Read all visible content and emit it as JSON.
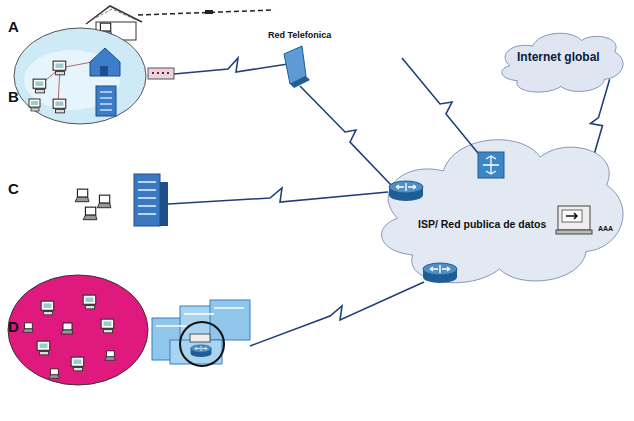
{
  "diagram": {
    "nodes": [
      {
        "text": [
          "Internet global"
        ]
      },
      {
        "text": [
          "ISP/ Red publica de datos"
        ]
      }
    ],
    "edges": [
      {
        "from": 0,
        "to": 1,
        "arrow": "none"
      }
    ],
    "labels": [
      "A",
      "B",
      "C",
      "D",
      "Red Telefonica",
      "AAA"
    ]
  }
}
